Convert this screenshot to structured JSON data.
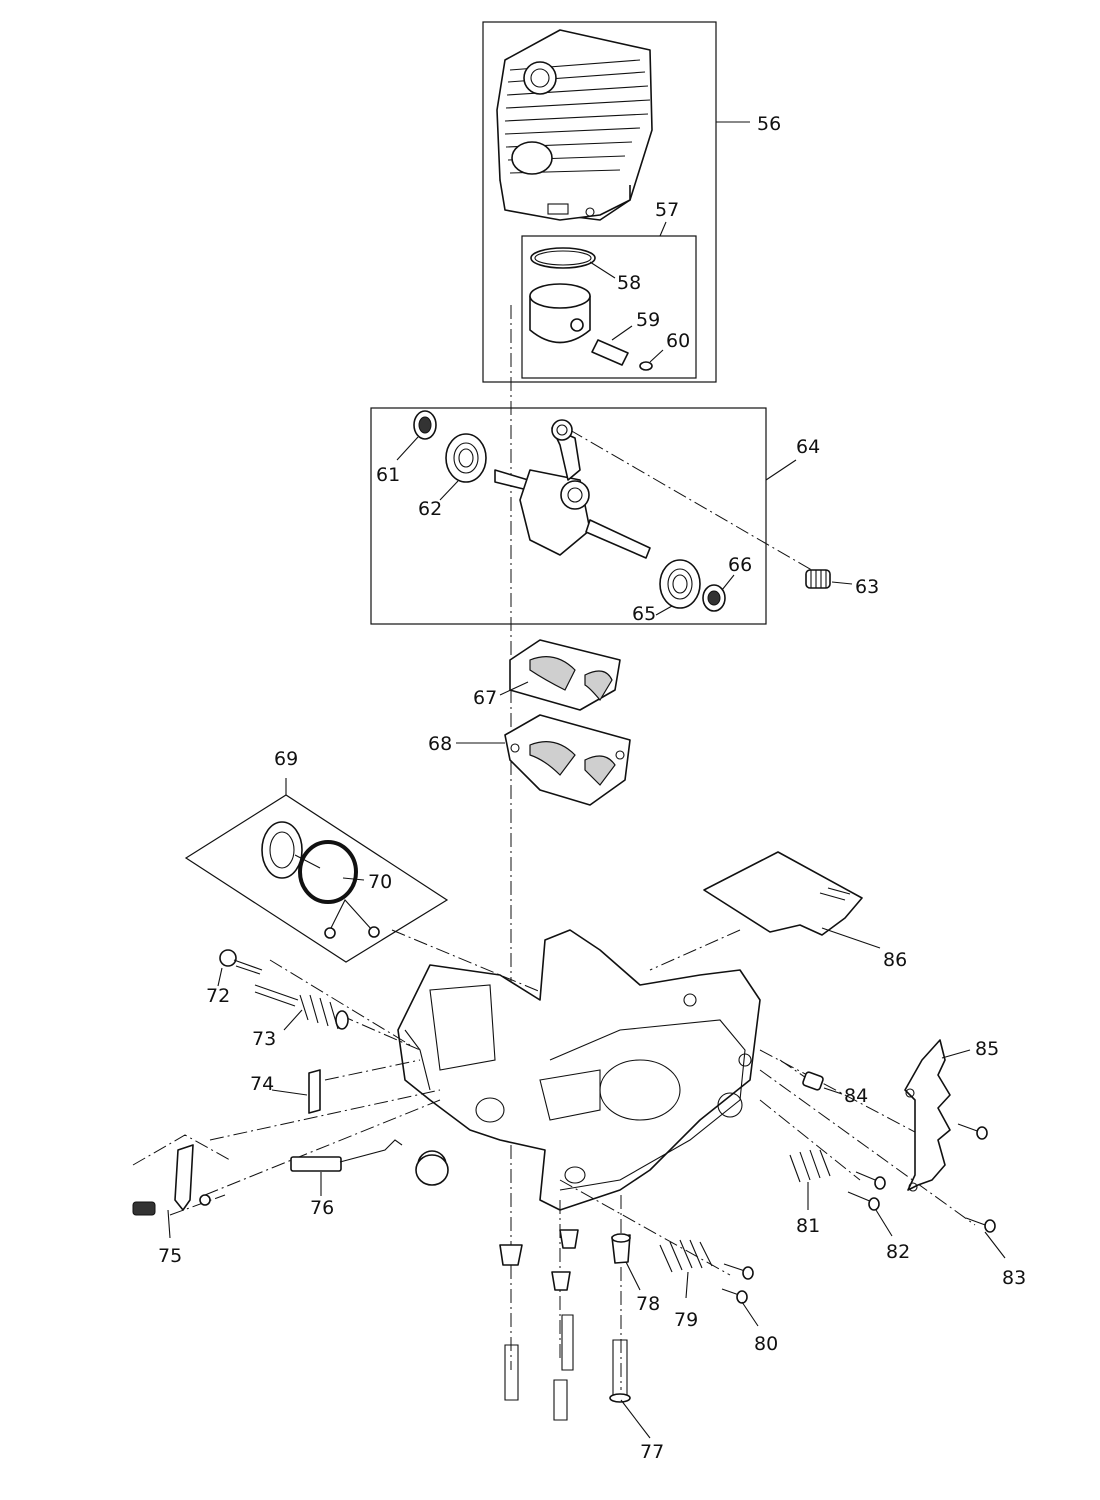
{
  "diagram": {
    "callouts": {
      "c56": "56",
      "c57": "57",
      "c58": "58",
      "c59": "59",
      "c60": "60",
      "c61": "61",
      "c62": "62",
      "c63": "63",
      "c64": "64",
      "c65": "65",
      "c66": "66",
      "c67": "67",
      "c68": "68",
      "c69": "69",
      "c70": "70",
      "c72": "72",
      "c73": "73",
      "c74": "74",
      "c75": "75",
      "c76": "76",
      "c77": "77",
      "c78": "78",
      "c79": "79",
      "c80": "80",
      "c81": "81",
      "c82": "82",
      "c83": "83",
      "c84": "84",
      "c85": "85",
      "c86": "86"
    }
  }
}
